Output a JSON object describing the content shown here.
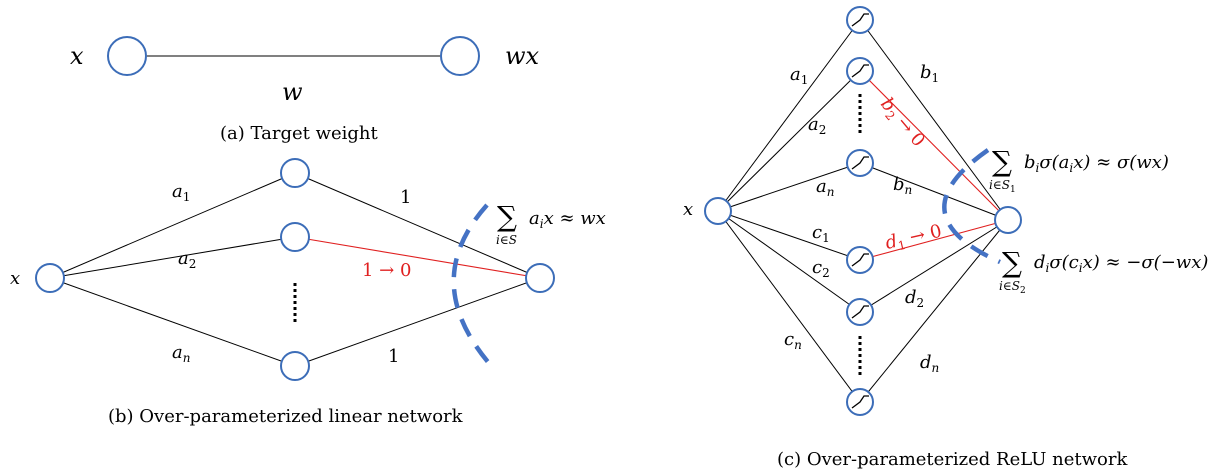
{
  "panel_a": {
    "input_label": "x",
    "output_label": "wx",
    "weight_label": "w",
    "caption": "(a) Target weight"
  },
  "panel_b": {
    "input_label": "x",
    "in_weights": [
      "a",
      "a",
      "a"
    ],
    "in_weight_subs": [
      "1",
      "2",
      "n"
    ],
    "out_weight_top": "1",
    "out_weight_bottom": "1",
    "pruned_label": "1 → 0",
    "sum_lhs": "a",
    "sum_lhs_sub": "i",
    "sum_rhs": "x ≈ wx",
    "sum_index": "i∈S",
    "sum_symbol": "∑",
    "caption": "(b) Over-parameterized linear network"
  },
  "panel_c": {
    "input_label": "x",
    "a_weights": [
      "a",
      "a",
      "a"
    ],
    "a_subs": [
      "1",
      "2",
      "n"
    ],
    "b_weights": [
      "b",
      "b"
    ],
    "b_subs": [
      "1",
      "n"
    ],
    "c_weights": [
      "c",
      "c",
      "c"
    ],
    "c_subs": [
      "1",
      "2",
      "n"
    ],
    "d_weights": [
      "d",
      "d"
    ],
    "d_subs": [
      "2",
      "n"
    ],
    "pruned_b": "b",
    "pruned_b_sub": "2",
    "pruned_b_tail": " → 0",
    "pruned_d": "d",
    "pruned_d_sub": "1",
    "pruned_d_tail": " → 0",
    "sum_symbol": "∑",
    "sum1_index": "i∈S",
    "sum1_index_sub": "1",
    "sum1_text": "b",
    "sum1_text_sub": "i",
    "sum1_mid": "σ(a",
    "sum1_mid_sub": "i",
    "sum1_tail": "x) ≈ σ(wx)",
    "sum2_index": "i∈S",
    "sum2_index_sub": "2",
    "sum2_text": "d",
    "sum2_text_sub": "i",
    "sum2_mid": "σ(c",
    "sum2_mid_sub": "i",
    "sum2_tail": "x) ≈ −σ(−wx)",
    "caption": "(c) Over-parameterized ReLU network"
  },
  "colors": {
    "node_stroke": "#3c6db8",
    "arc": "#4472c4",
    "pruned_edge": "#e02020"
  },
  "icons": [
    "relu-activation-icon",
    "vertical-ellipsis-icon",
    "dashed-arc"
  ]
}
